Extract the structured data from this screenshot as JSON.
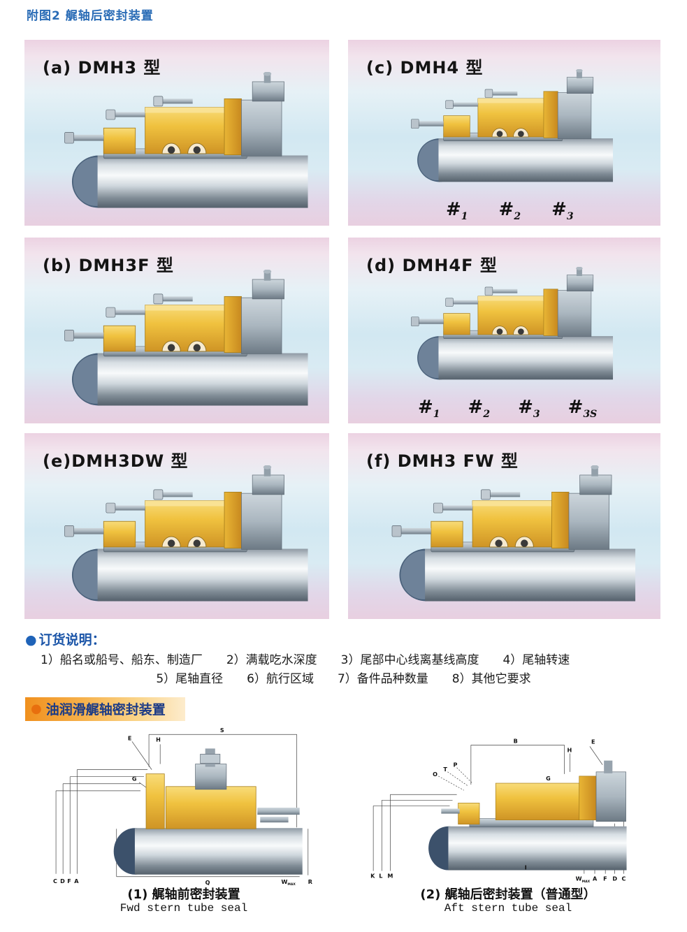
{
  "page": {
    "title": "附图2  艉轴后密封装置"
  },
  "panels": [
    {
      "label": "(a) DMH3 型"
    },
    {
      "label": "(c) DMH4 型",
      "hashes": [
        {
          "main": "#",
          "sub": "1"
        },
        {
          "main": "#",
          "sub": "2"
        },
        {
          "main": "#",
          "sub": "3"
        }
      ]
    },
    {
      "label": "(b) DMH3F 型"
    },
    {
      "label": "(d) DMH4F 型",
      "hashes": [
        {
          "main": "#",
          "sub": "1"
        },
        {
          "main": "#",
          "sub": "2"
        },
        {
          "main": "#",
          "sub": "3"
        },
        {
          "main": "#",
          "sub": "3S"
        }
      ]
    },
    {
      "label": "(e)DMH3DW 型"
    },
    {
      "label": "(f) DMH3 FW 型"
    }
  ],
  "ordering": {
    "bullet": "●",
    "heading": "订货说明：",
    "line1": "1）船名或船号、船东、制造厂　　2）满载吃水深度　　3）尾部中心线离基线高度　　4）尾轴转速",
    "line2": "5）尾轴直径　　6）航行区域　　7）备件品种数量　　8）其他它要求"
  },
  "oil_section": {
    "bullet": "●",
    "heading": "油润滑艉轴密封装置"
  },
  "drawings": {
    "fwd": {
      "caption_cn": "(1) 艉轴前密封装置",
      "caption_en": "Fwd stern tube seal",
      "labels": {
        "E": "E",
        "H": "H",
        "S": "S",
        "G": "G",
        "C": "C",
        "D": "D",
        "F": "F",
        "A": "A",
        "Q": "Q",
        "W": "W",
        "WSUB": "MAX",
        "R": "R"
      }
    },
    "aft": {
      "caption_cn": "(2) 艉轴后密封装置（普通型）",
      "caption_en": "Aft stern tube seal",
      "labels": {
        "B": "B",
        "H": "H",
        "E": "E",
        "O": "O",
        "T": "T",
        "P": "P",
        "G": "G",
        "K": "K",
        "L": "L",
        "M": "M",
        "I": "I",
        "W": "W",
        "WSUB": "MAX",
        "A": "A",
        "F": "F",
        "D": "D",
        "C": "C"
      }
    }
  }
}
